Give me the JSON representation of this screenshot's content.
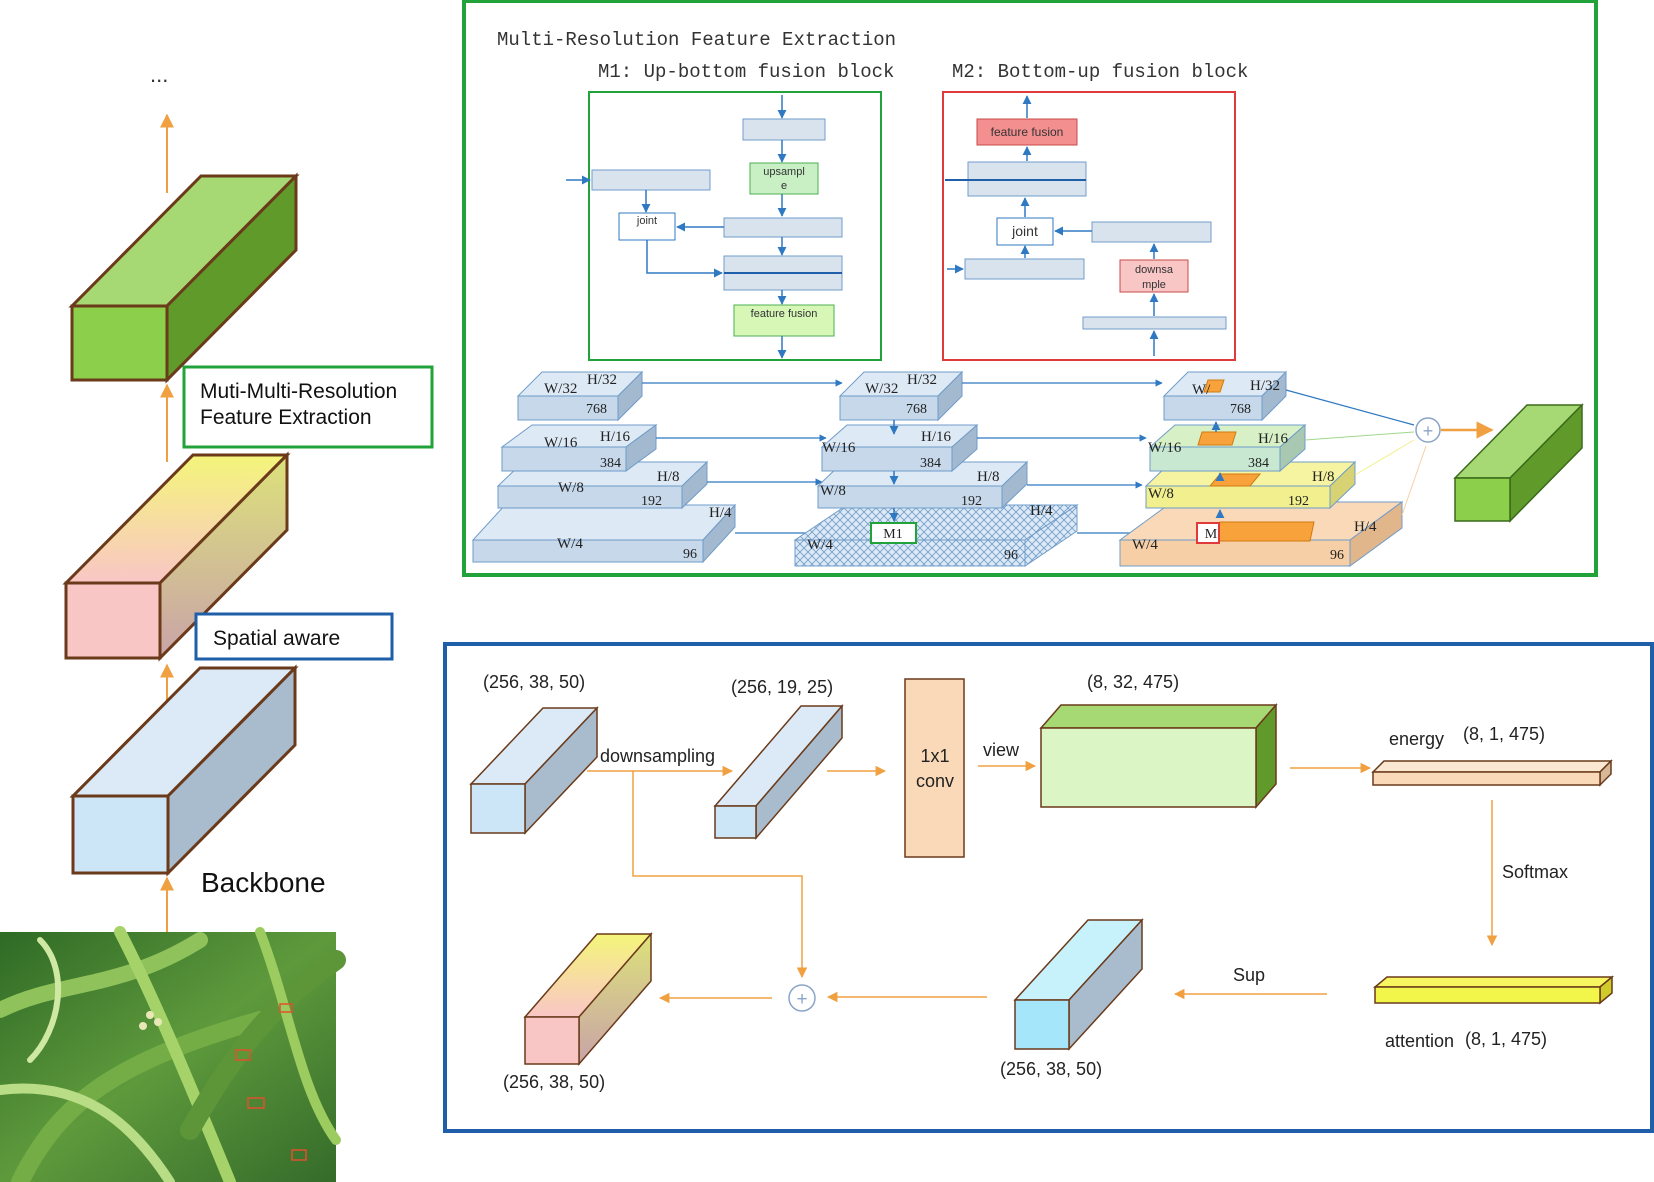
{
  "colors": {
    "green_frame": "#22a33a",
    "blue_frame": "#1f5ea8",
    "red_frame": "#e03a3a",
    "arrow_orange": "#f0a040",
    "arrow_blue": "#2f79c2",
    "block_edge": "#6a3a1a",
    "green_top": "#a6d873",
    "green_front": "#8ccf4a",
    "green_side": "#5f9a2a",
    "blue_top": "#dbeaf6",
    "blue_front": "#cde6f7",
    "blue_side": "#a9bccd",
    "pink_front": "#f9c6c6",
    "yellow": "#f2f54a",
    "orange_fill": "#f7a23a",
    "peach": "#f9d9b8"
  },
  "left_column": {
    "ellipsis": "...",
    "mmfe_label_line1": "Muti-Multi-Resolution",
    "mmfe_label_line2": "Feature Extraction",
    "spatial_label": "Spatial aware",
    "backbone_label": "Backbone"
  },
  "mrfe_panel": {
    "title": "Multi-Resolution Feature Extraction",
    "m1": {
      "title": "M1: Up-bottom fusion block",
      "upsample_line1": "upsampl",
      "upsample_line2": "e",
      "joint": "joint",
      "feature_fusion": "feature fusion"
    },
    "m2": {
      "title": "M2: Bottom-up fusion block",
      "feature_fusion": "feature fusion",
      "joint": "joint",
      "downsample_line1": "downsa",
      "downsample_line2": "mple"
    },
    "levels": [
      {
        "w": "W/32",
        "h": "H/32",
        "c": "768"
      },
      {
        "w": "W/16",
        "h": "H/16",
        "c": "384"
      },
      {
        "w": "W/8",
        "h": "H/8",
        "c": "192"
      },
      {
        "w": "W/4",
        "h": "H/4",
        "c": "96"
      }
    ],
    "stage3_short": {
      "w32": "W/",
      "w4": "W/4"
    },
    "m1_tag": "M1",
    "m2_tag": "M",
    "plus": "+"
  },
  "spatial_panel": {
    "input_dims": "(256, 38, 50)",
    "downsampling": "downsampling",
    "down_dims": "(256, 19, 25)",
    "conv_line1": "1x1",
    "conv_line2": "conv",
    "view": "view",
    "view_dims": "(8, 32, 475)",
    "energy": "energy",
    "energy_dims": "(8, 1, 475)",
    "softmax": "Softmax",
    "attention": "attention",
    "attention_dims": "(8, 1, 475)",
    "sup": "Sup",
    "sup_dims": "(256, 38, 50)",
    "output_dims": "(256, 38, 50)",
    "plus": "+"
  }
}
